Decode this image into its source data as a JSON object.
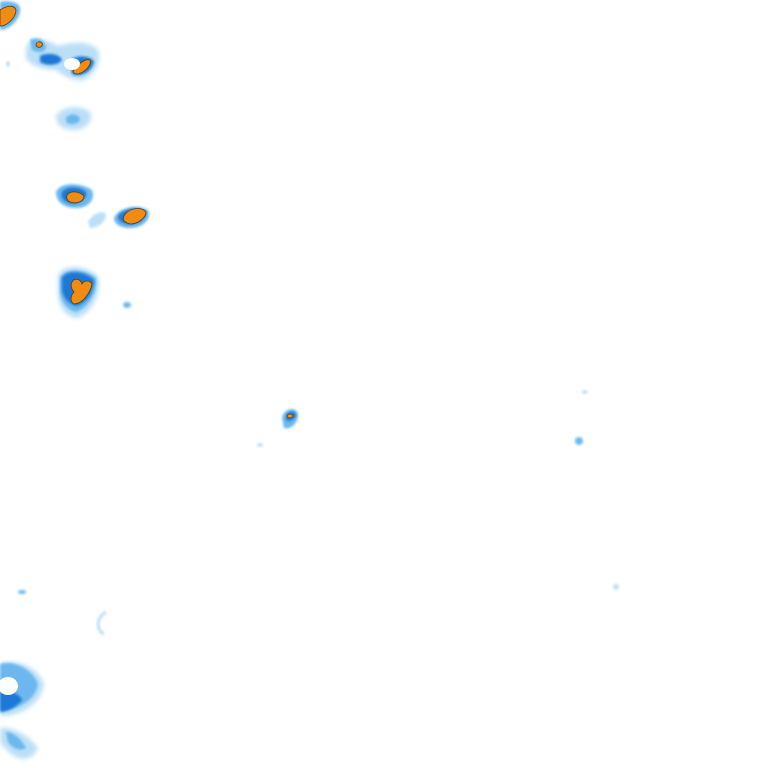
{
  "map": {
    "background_color": "#ffffff",
    "intensity_levels": [
      {
        "level": "very-light",
        "color": "#bcdff8"
      },
      {
        "level": "light",
        "color": "#6cb8ee"
      },
      {
        "level": "moderate",
        "color": "#1a78d6"
      },
      {
        "level": "heavy",
        "color": "#f08c14"
      },
      {
        "level": "outline",
        "color": "#5a3a10"
      }
    ]
  }
}
